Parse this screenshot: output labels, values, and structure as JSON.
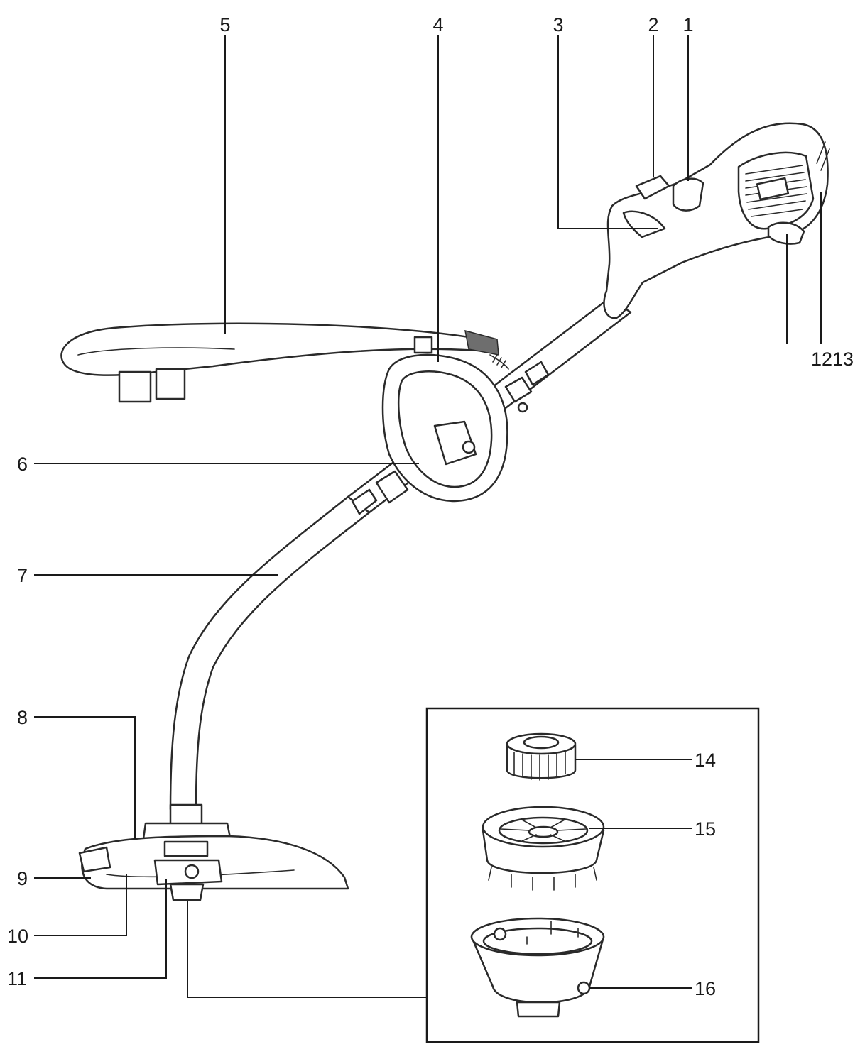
{
  "labels": {
    "l1": "1",
    "l2": "2",
    "l3": "3",
    "l4": "4",
    "l5": "5",
    "l6": "6",
    "l7": "7",
    "l8": "8",
    "l9": "9",
    "l10": "10",
    "l11": "11",
    "l1213": "1213",
    "l14": "14",
    "l15": "15",
    "l16": "16"
  }
}
